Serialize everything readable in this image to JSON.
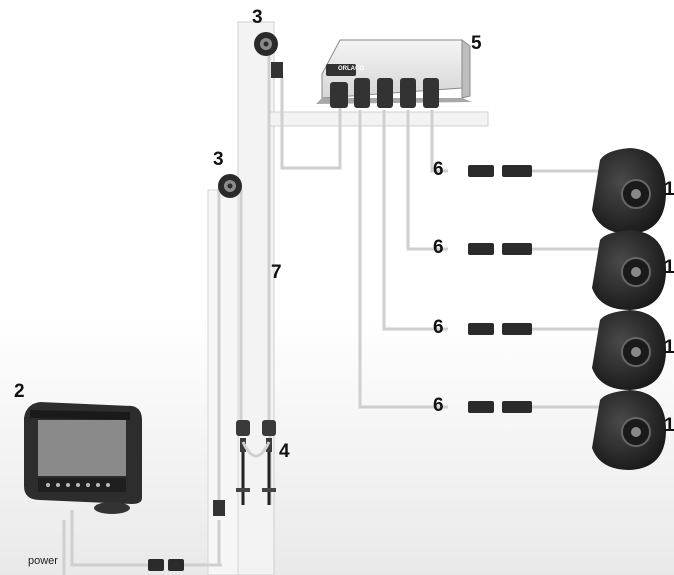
{
  "callouts": {
    "camera": "1",
    "monitor": "2",
    "pulley": "3",
    "connector": "4",
    "control_box": "5",
    "extension_cable": "6",
    "spiral_cable": "7"
  },
  "labels": {
    "power": "power",
    "brand": "ORLACO"
  }
}
